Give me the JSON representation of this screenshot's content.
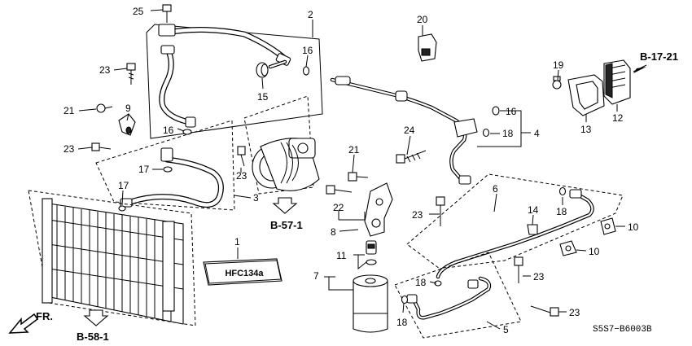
{
  "diagram": {
    "callouts": [
      {
        "id": "c25a",
        "text": "25"
      },
      {
        "id": "c2",
        "text": "2"
      },
      {
        "id": "c20",
        "text": "20"
      },
      {
        "id": "c23a",
        "text": "23"
      },
      {
        "id": "c16a",
        "text": "16"
      },
      {
        "id": "c15",
        "text": "15"
      },
      {
        "id": "c21a",
        "text": "21"
      },
      {
        "id": "c9",
        "text": "9"
      },
      {
        "id": "c16b",
        "text": "16"
      },
      {
        "id": "c23b",
        "text": "23"
      },
      {
        "id": "c17a",
        "text": "17"
      },
      {
        "id": "c23c",
        "text": "23"
      },
      {
        "id": "c3",
        "text": "3"
      },
      {
        "id": "c17b",
        "text": "17"
      },
      {
        "id": "c21b",
        "text": "21"
      },
      {
        "id": "c22",
        "text": "22"
      },
      {
        "id": "c8",
        "text": "8"
      },
      {
        "id": "c24",
        "text": "24"
      },
      {
        "id": "c16c",
        "text": "16"
      },
      {
        "id": "c18a",
        "text": "18"
      },
      {
        "id": "c4",
        "text": "4"
      },
      {
        "id": "c19",
        "text": "19"
      },
      {
        "id": "c13",
        "text": "13"
      },
      {
        "id": "c12",
        "text": "12"
      },
      {
        "id": "c6",
        "text": "6"
      },
      {
        "id": "c18b",
        "text": "18"
      },
      {
        "id": "c23d",
        "text": "23"
      },
      {
        "id": "c14",
        "text": "14"
      },
      {
        "id": "c10a",
        "text": "10"
      },
      {
        "id": "c10b",
        "text": "10"
      },
      {
        "id": "c1",
        "text": "1"
      },
      {
        "id": "c11",
        "text": "11"
      },
      {
        "id": "c7",
        "text": "7"
      },
      {
        "id": "c18c",
        "text": "18"
      },
      {
        "id": "c23e",
        "text": "23"
      },
      {
        "id": "c18d",
        "text": "18"
      },
      {
        "id": "c23f",
        "text": "23"
      },
      {
        "id": "c5",
        "text": "5"
      }
    ],
    "references": {
      "b17": "B-17-21",
      "b57": "B-57-1",
      "b58": "B-58-1"
    },
    "direction_label": "FR.",
    "label_plate": "HFC134a",
    "drawing_code": "S5S7−B6003B"
  }
}
